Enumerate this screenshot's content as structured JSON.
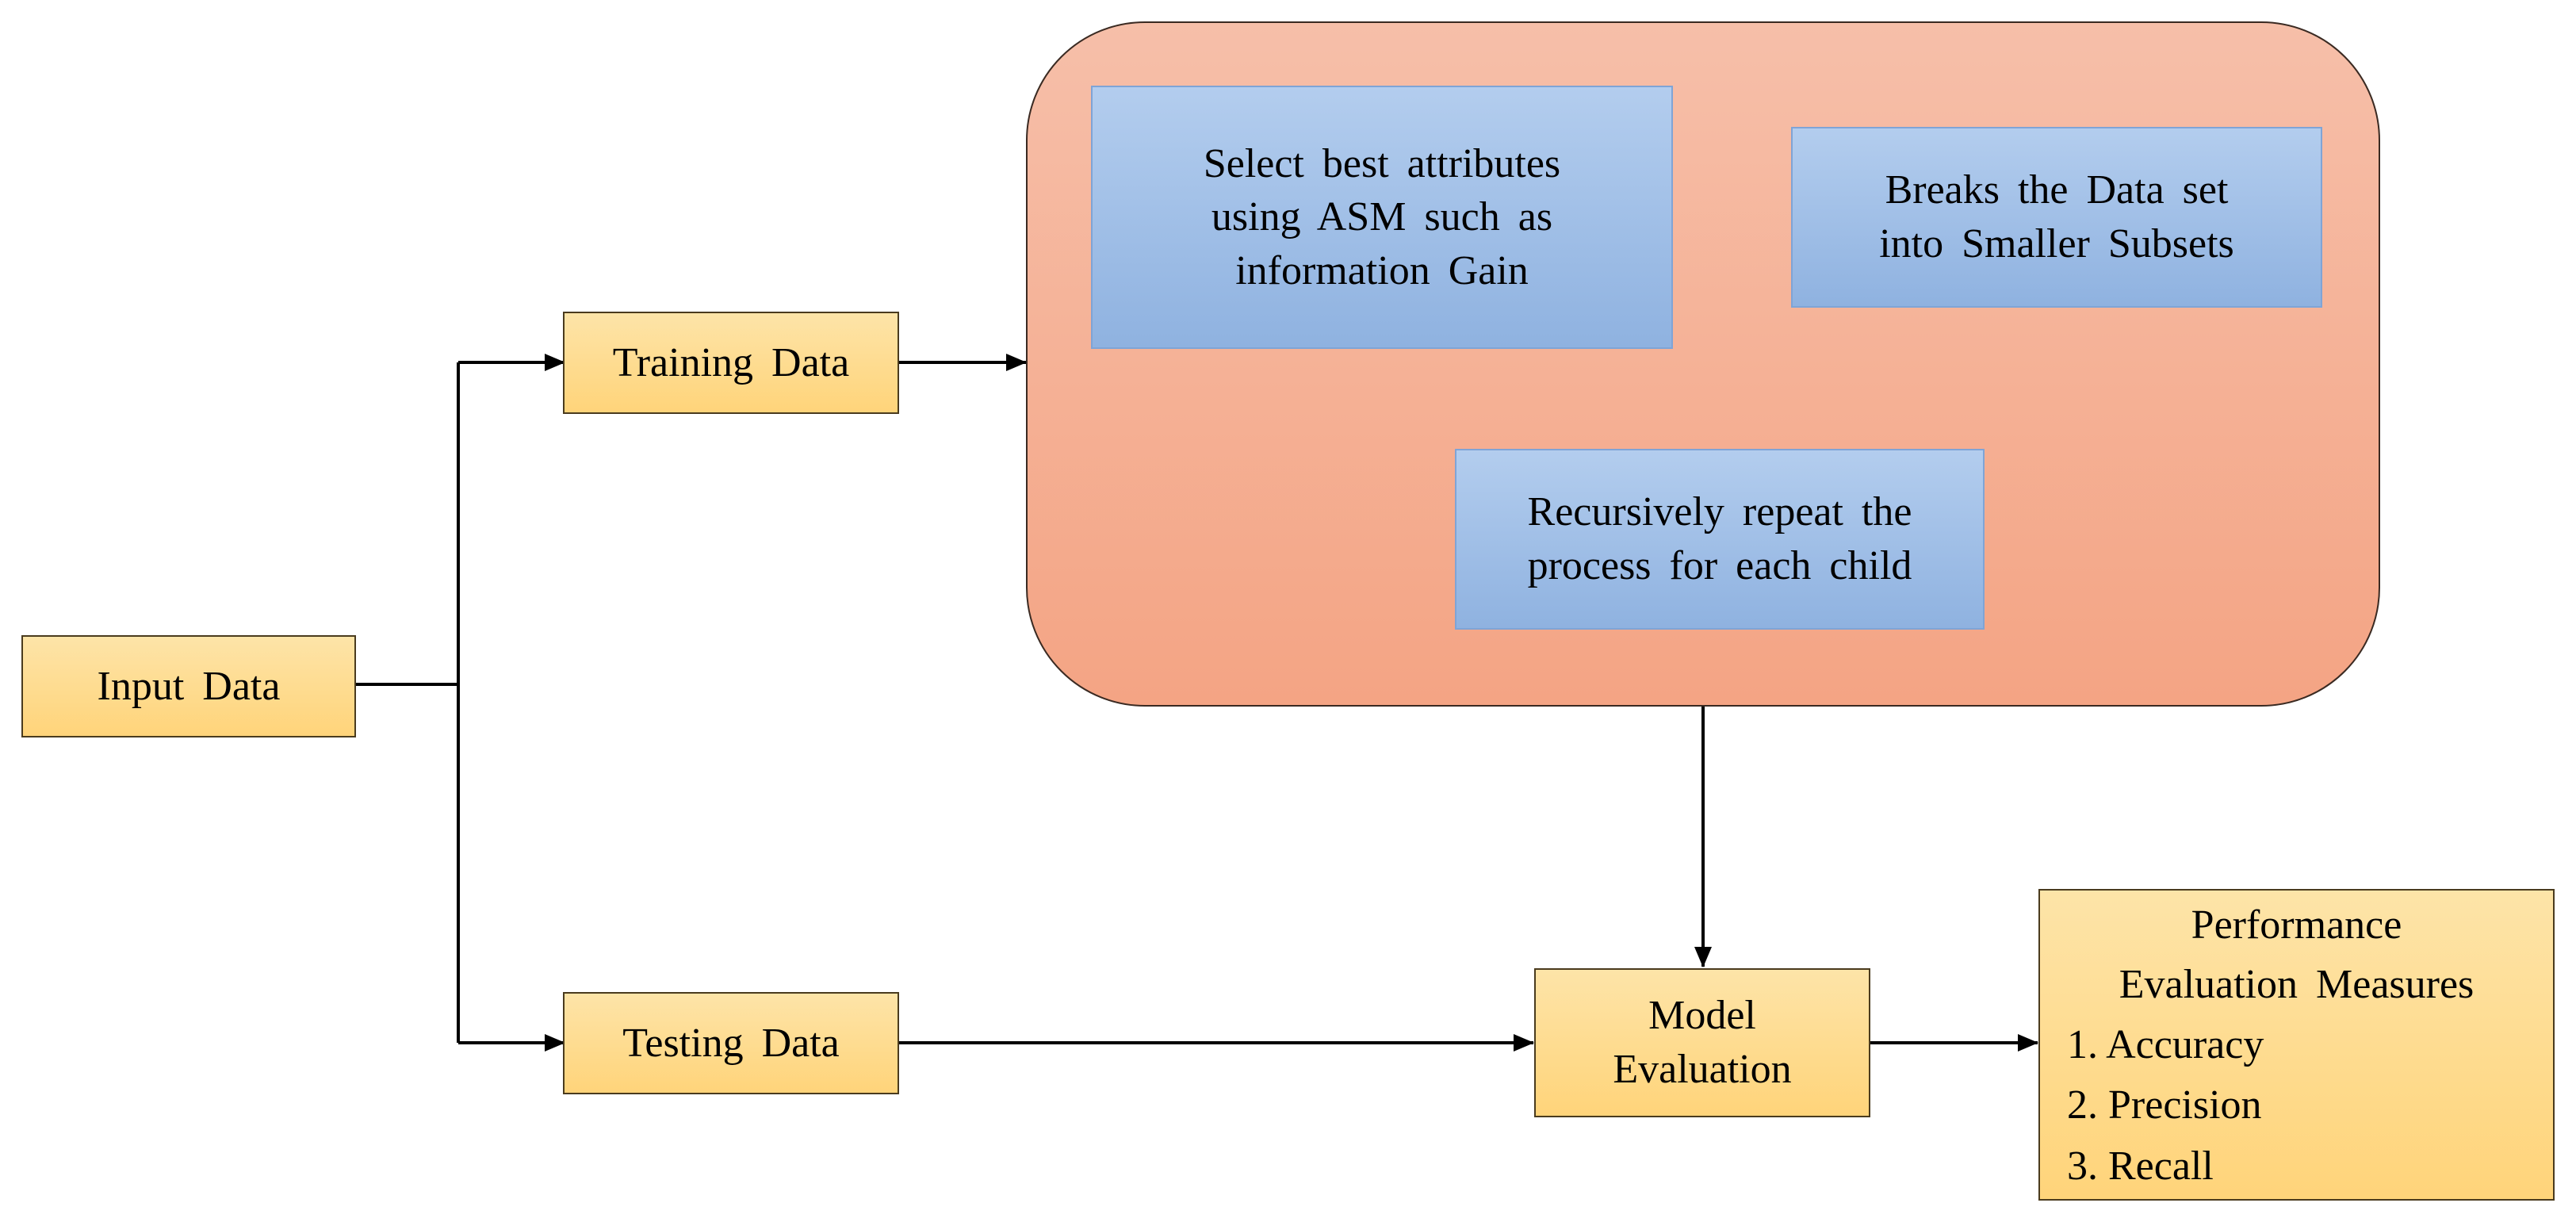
{
  "diagram": {
    "nodes": {
      "input_data": "Input Data",
      "training_data": "Training Data",
      "testing_data": "Testing Data",
      "select_attributes": [
        "Select best attributes",
        "using ASM such as",
        "information  Gain"
      ],
      "breaks_dataset": [
        "Breaks  the Data set",
        "into Smaller Subsets"
      ],
      "recursive_repeat": [
        "Recursively  repeat  the",
        "process for each child"
      ],
      "model_evaluation": [
        "Model",
        "Evaluation"
      ],
      "performance": {
        "title": [
          "Performance",
          "Evaluation  Measures"
        ],
        "items": [
          "1. Accuracy",
          "2. Precision",
          "3. Recall"
        ]
      }
    },
    "colors": {
      "yellow_box_top": "#fde4a8",
      "yellow_box_bottom": "#ffd47a",
      "blue_box_top": "#b3cdee",
      "blue_box_bottom": "#8fb2e0",
      "container_top": "#f6bfa9",
      "container_bottom": "#f4a484",
      "connector": "#000000"
    }
  }
}
